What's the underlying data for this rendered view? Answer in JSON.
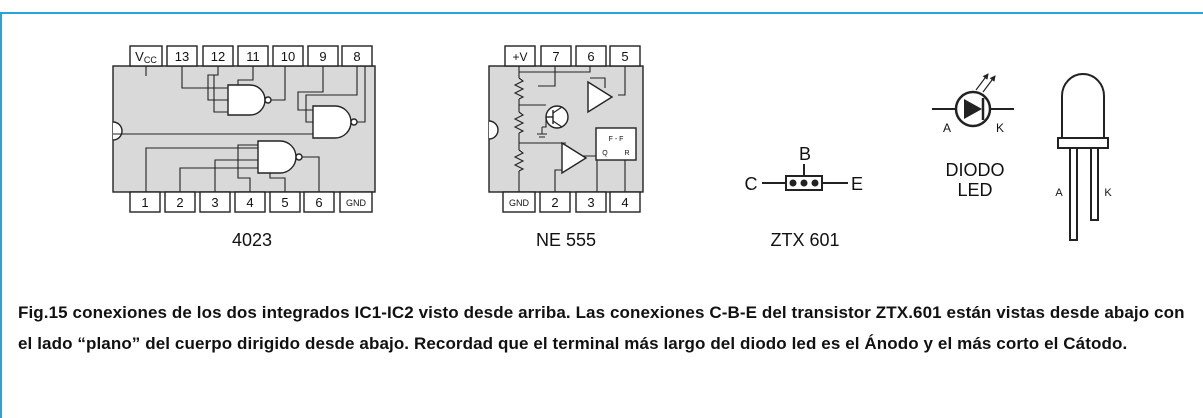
{
  "colors": {
    "border": "#29a3dc",
    "chip_body": "#d9d9d9",
    "line": "#222222"
  },
  "ic4023": {
    "label": "4023",
    "top_pins": [
      "13",
      "12",
      "11",
      "10",
      "9",
      "8"
    ],
    "vcc_main": "V",
    "vcc_sub": "CC",
    "bottom_pins": [
      "1",
      "2",
      "3",
      "4",
      "5",
      "6",
      "GND"
    ]
  },
  "ne555": {
    "label": "NE 555",
    "top_pins": [
      "+V",
      "7",
      "6",
      "5"
    ],
    "bottom_pins": [
      "GND",
      "2",
      "3",
      "4"
    ],
    "flipflop_top": "F - F",
    "flipflop_q": "Q",
    "flipflop_r": "R"
  },
  "transistor": {
    "label": "ZTX 601",
    "base": "B",
    "collector": "C",
    "emitter": "E"
  },
  "diode": {
    "anode": "A",
    "cathode": "K",
    "label_line1": "DIODO",
    "label_line2": "LED"
  },
  "led": {
    "anode": "A",
    "cathode": "K"
  },
  "caption": "Fig.15 conexiones de los dos integrados IC1-IC2 visto desde arriba. Las conexiones C-B-E del transistor ZTX.601 están vistas desde abajo con el lado “plano” del cuerpo dirigido desde abajo. Recordad que el terminal más largo del diodo led es el Ánodo y el más corto el Cátodo."
}
